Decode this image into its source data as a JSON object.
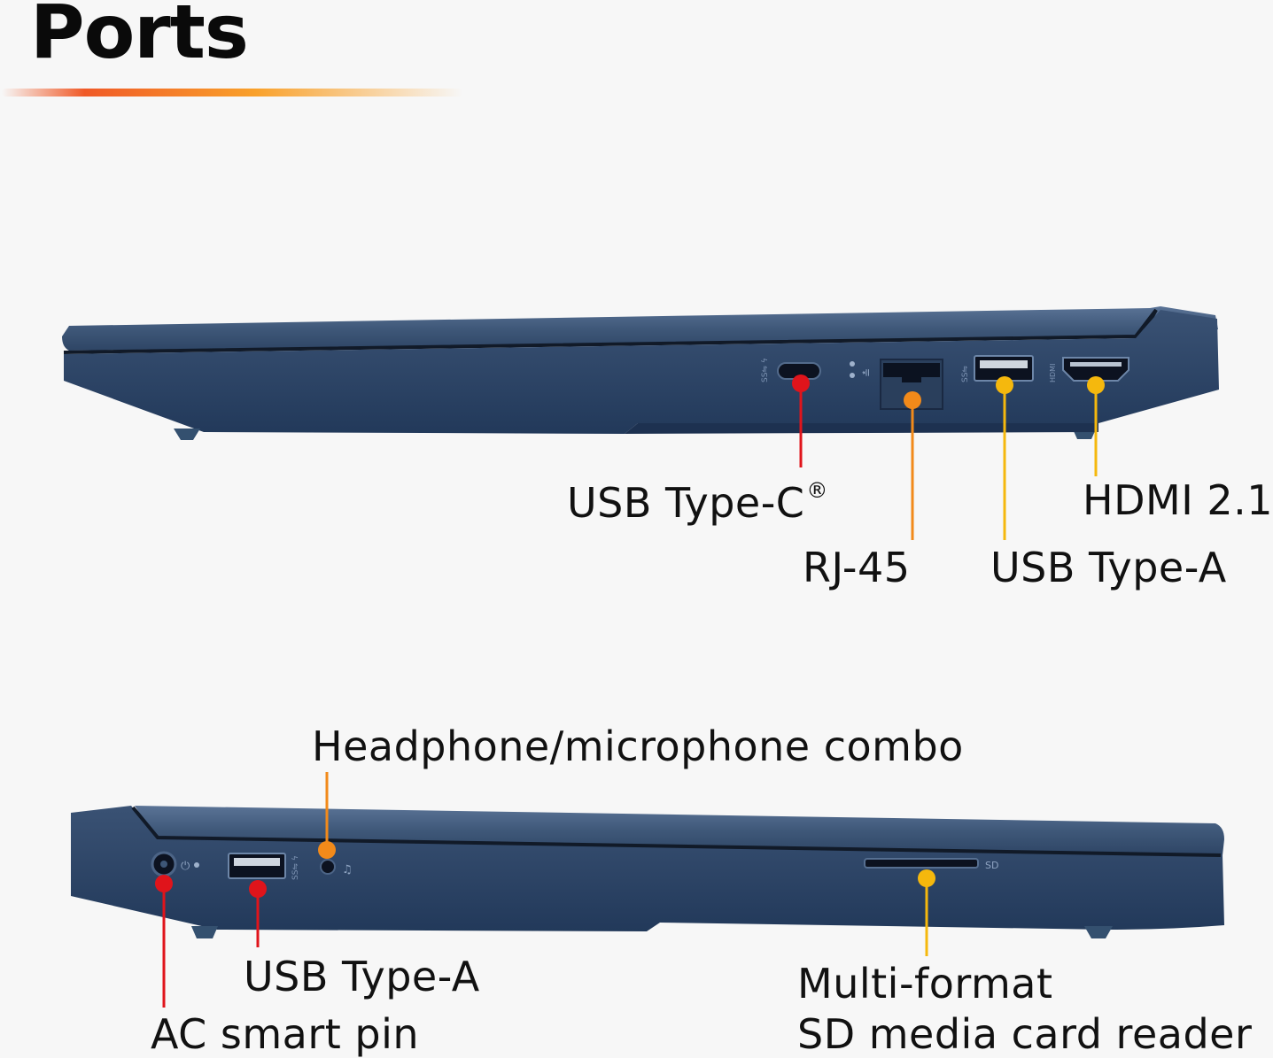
{
  "heading": "Ports",
  "colors": {
    "accent_red": "#e0141b",
    "accent_orange": "#f28a1a",
    "accent_yellow": "#f5b80d",
    "laptop_body": "#2d4466",
    "laptop_edge": "#3c5577"
  },
  "right_side": {
    "ports": [
      {
        "label": "USB Type-C",
        "mark": "®"
      },
      {
        "label": "RJ-45"
      },
      {
        "label": "USB Type-A"
      },
      {
        "label": "HDMI 2.1"
      }
    ],
    "engravings": {
      "hdmi": "HDMI"
    }
  },
  "left_side": {
    "ports": [
      {
        "label": "AC smart pin"
      },
      {
        "label": "USB Type-A"
      },
      {
        "label": "Headphone/microphone combo"
      },
      {
        "label_line1": "Multi-format",
        "label_line2": "SD media card reader"
      }
    ],
    "engravings": {
      "sd": "SD"
    }
  }
}
